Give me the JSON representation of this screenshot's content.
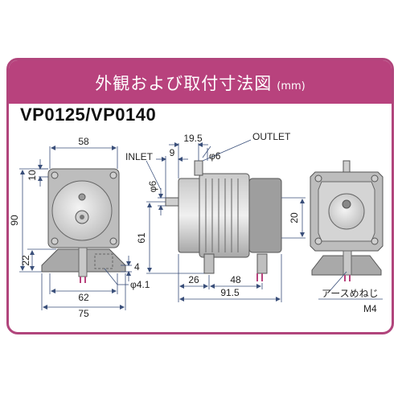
{
  "title": "外観および取付寸法図",
  "unit": "(mm)",
  "model": "VP0125/VP0140",
  "front_view": {
    "width_top": "58",
    "offset_top": "10",
    "height": "90",
    "base_height": "22",
    "base_width_inner": "62",
    "base_width_outer": "75",
    "foot_thickness": "4",
    "hole_dia": "φ4.1"
  },
  "side_view": {
    "inlet_label": "INLET",
    "outlet_label": "OUTLET",
    "inlet_dia": "φ6",
    "outlet_dia": "φ6",
    "outlet_offset": "19.5",
    "inlet_offset": "9",
    "height": "61",
    "foot_pos": "26",
    "foot_span": "48",
    "length": "91.5",
    "side_height": "20"
  },
  "rear_view": {
    "ground_screw": "アースめねじ",
    "screw_size": "M4"
  },
  "colors": {
    "accent": "#b8427d",
    "line": "#4a6fa5",
    "body": "#d9d9d9"
  }
}
